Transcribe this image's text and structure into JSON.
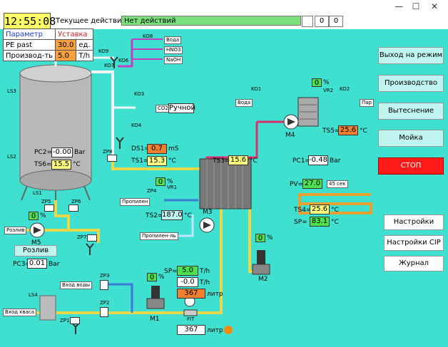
{
  "window": {
    "minimize": "—",
    "maximize": "☐",
    "close": "✕"
  },
  "header": {
    "clock": "12:55:08",
    "action_label": "Текущее действие :",
    "action_value": "Нет действий",
    "counter_a": "0",
    "counter_b": "0"
  },
  "params_table": {
    "col_param": "Параметр",
    "col_setpoint": "Уставка",
    "rows": [
      {
        "name": "PE past",
        "value": "30.0",
        "unit": "ед."
      },
      {
        "name": "Производ-ть",
        "value": "5.0",
        "unit": "T/h"
      }
    ]
  },
  "buttons": {
    "mode": "Выход на режим",
    "production": "Производство",
    "displacement": "Вытеснение",
    "wash": "Мойка",
    "stop": "СТОП",
    "settings": "Настройки",
    "settings_cip": "Настройки CIP",
    "journal": "Журнал",
    "pour": "Розлив"
  },
  "labels": {
    "water": "Вода",
    "hno3": "HNO3",
    "naoh": "NaOH",
    "co2": "CO2",
    "manual": "Ручной",
    "kv9": "KO9",
    "kv8": "KO8",
    "kv7": "KO7",
    "kv6": "KO6",
    "ko3": "KO3",
    "ko4": "KO4",
    "ko1": "KO1",
    "ko2": "KO2",
    "ls3": "LS3",
    "ls2": "LS2",
    "ls1": "LS1",
    "ls4": "LS4",
    "zp8": "ZP8",
    "zp5": "ZP5",
    "zp6": "ZP6",
    "zp7": "ZP7",
    "zp4": "ZP4",
    "zp3": "ZP3",
    "zp2": "ZP2",
    "zp1": "ZP1",
    "vr1": "VR1",
    "vr2": "VR2",
    "m1": "M1",
    "m2": "M2",
    "m3": "M3",
    "m4": "M4",
    "m5": "M5",
    "fit": "FIT",
    "pour_label": "Розлив",
    "propylene_in": "Пропилен",
    "propylene_out": "Пропилен-ль",
    "water_steam": "Вода",
    "steam": "Пар",
    "water_in": "Вход воды",
    "kvass_in": "Вход кваса",
    "sec45": "45 сек"
  },
  "readings": {
    "pc2_label": "PC2=",
    "pc2": "-0.00",
    "pc2_unit": "Bar",
    "ts6_label": "TS6=",
    "ts6": "15.5",
    "ts6_unit": "°C",
    "ds1_label": "DS1=",
    "ds1": "0.7",
    "ds1_unit": "mS",
    "ts1_label": "TS1=",
    "ts1": "15.3",
    "ts1_unit": "°C",
    "ts3_label": "TS3=",
    "ts3": "15.6",
    "ts3_unit": "°C",
    "pc1_label": "PC1=",
    "pc1": "-0.48",
    "pc1_unit": "Bar",
    "ts5_label": "TS5=",
    "ts5": "25.6",
    "ts5_unit": "°C",
    "pv_label": "PV=",
    "pv": "27.0",
    "ts4_label": "TS4=",
    "ts4": "25.6",
    "ts4_unit": "°C",
    "sp_label": "SP=",
    "sp": "83.1",
    "sp_unit": "°C",
    "ts2_label": "TS2=",
    "ts2": "187.0",
    "ts2_unit": "°C",
    "vr1_pct": "0",
    "vr2_pct": "0",
    "m5_pct": "0",
    "m2_pct": "0",
    "m1_pct": "0",
    "pc3_label": "PC3=",
    "pc3": "0.01",
    "pc3_unit": "Bar",
    "flow_sp_label": "SP=",
    "flow_sp": "5.0",
    "flow_sp_unit": "T/h",
    "flow_pv": "-0.0",
    "flow_pv_unit": "T/h",
    "volume1": "367",
    "volume1_unit": "литр",
    "volume2": "367",
    "volume2_unit": "литр",
    "pct_unit": "%"
  },
  "colors": {
    "background": "#40e0d0",
    "pipe_yellow": "#e8d84a",
    "pipe_blue": "#3a7bd5",
    "pipe_red": "#d6306e",
    "pipe_white": "#f4f4f4",
    "pipe_magenta": "#c040c0",
    "stop": "#ff1a1a"
  }
}
